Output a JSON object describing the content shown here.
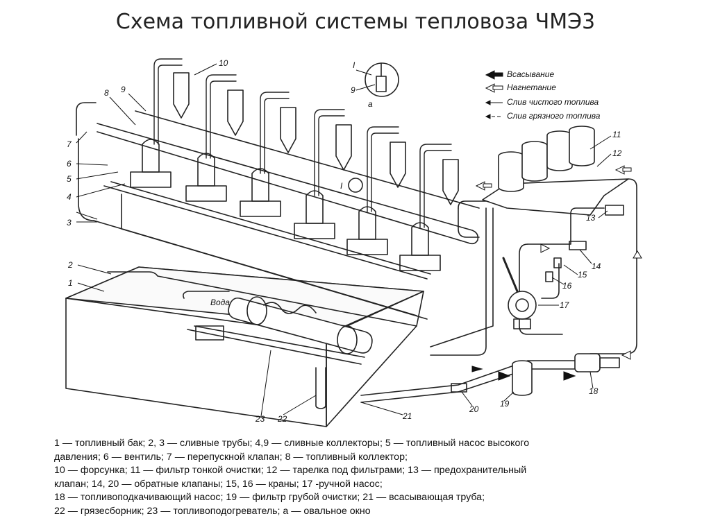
{
  "title": "Схема топливной системы тепловоза ЧМЭ3",
  "diagram": {
    "flow_legend": [
      "Всасывание",
      "Нагнетание",
      "Слив чистого топлива",
      "Слив грязного топлива"
    ],
    "callouts": [
      "1",
      "2",
      "3",
      "4",
      "5",
      "6",
      "7",
      "8",
      "9",
      "10",
      "11",
      "12",
      "13",
      "14",
      "15",
      "16",
      "17",
      "18",
      "19",
      "20",
      "21",
      "22",
      "23"
    ],
    "detail": {
      "marker": "I",
      "labels": [
        "I",
        "9",
        "а"
      ]
    },
    "water_label": "Вода"
  },
  "legend_lines": [
    "1 — топливный бак; 2, 3 — сливные трубы; 4,9 — сливные коллекторы; 5 — топливный насос высокого",
    "давления; 6 — вентиль; 7 — перепускной клапан; 8 — топливный коллектор;",
    "10 — форсунка; 11 — фильтр тонкой очистки; 12 — тарелка под фильтрами; 13 — предохранительный",
    "клапан; 14, 20 — обратные клапаны; 15, 16 — краны; 17 -ручной насос;",
    "18 — топливоподкачивающий насос; 19 — фильтр грубой очистки; 21 — всасывающая труба;",
    "22 — грязесборник; 23 — топливоподогреватель; а — овальное окно"
  ]
}
